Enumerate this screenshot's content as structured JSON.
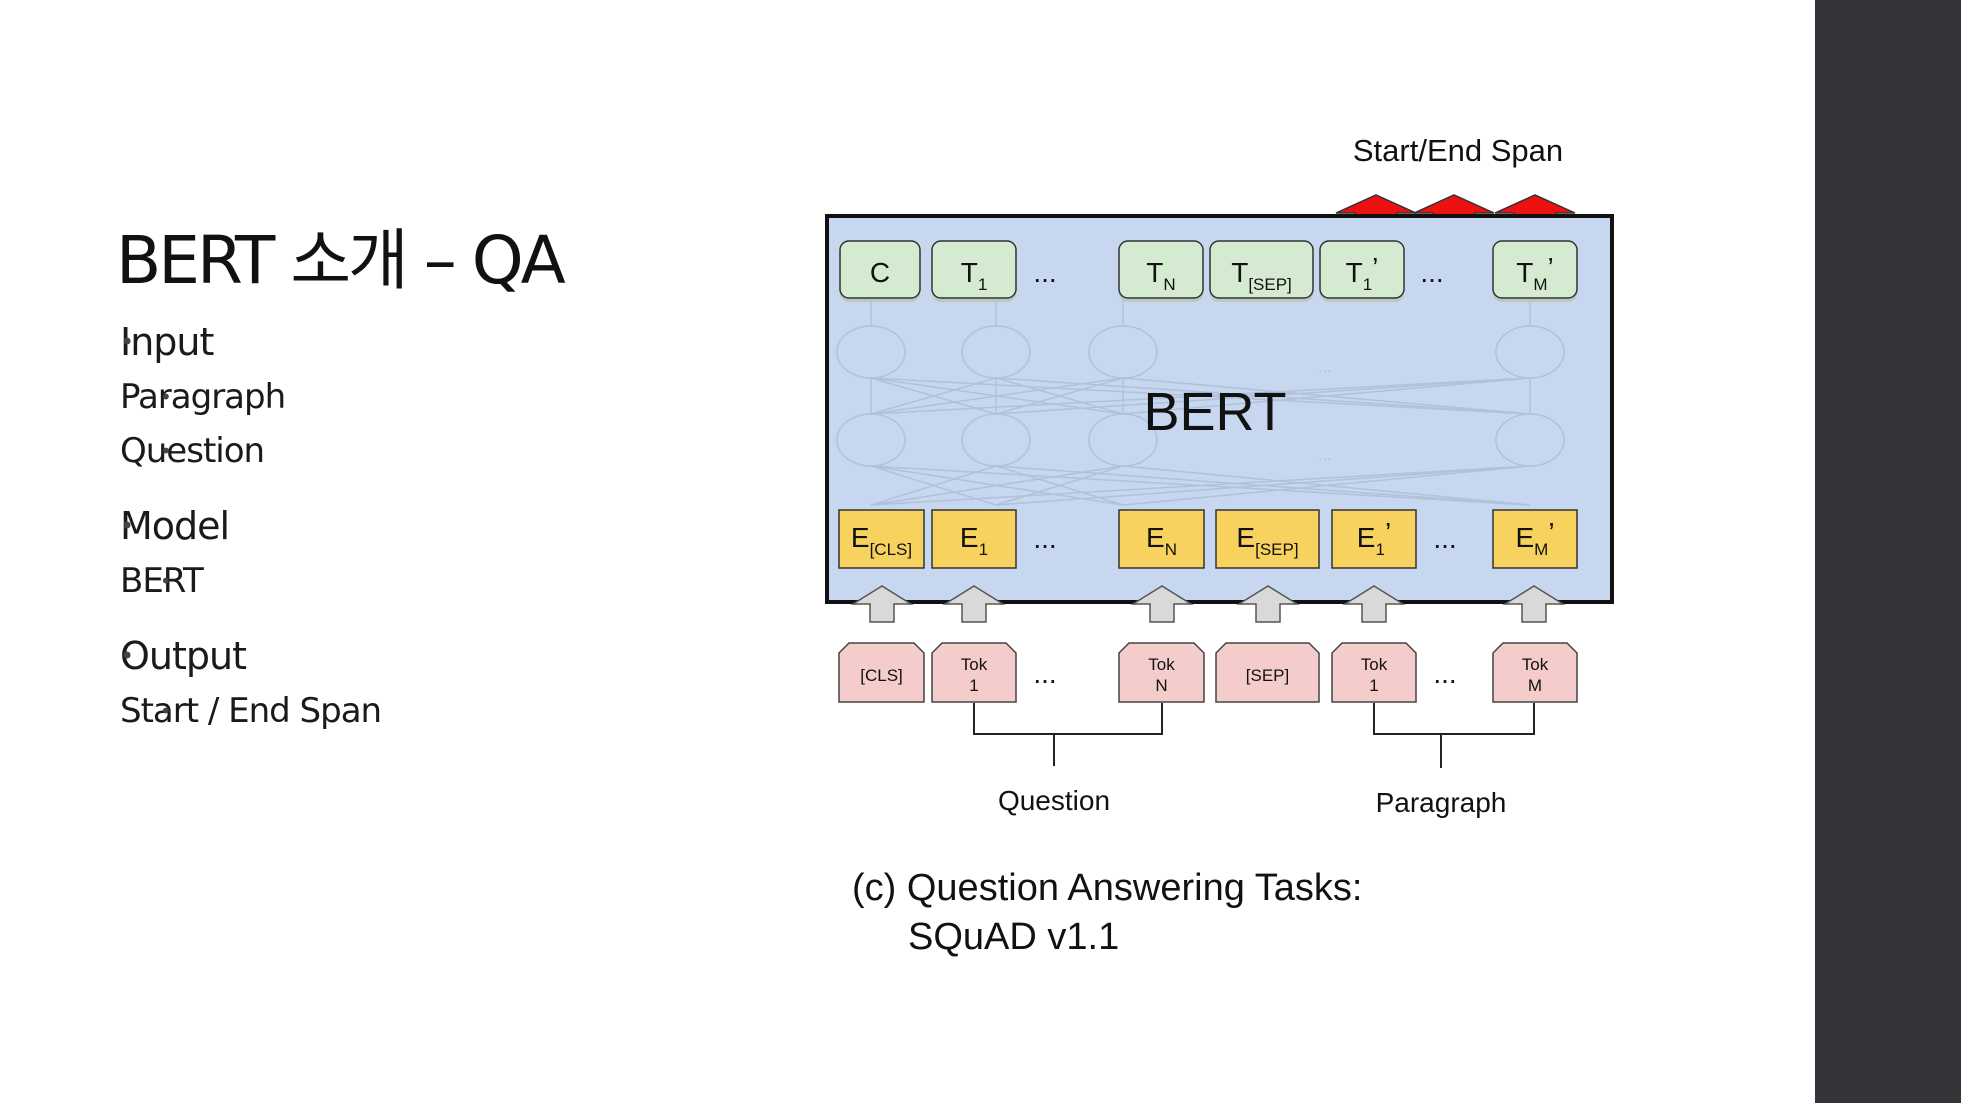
{
  "slide": {
    "title": "BERT 소개 – QA",
    "bullets": [
      {
        "label": "Input",
        "children": [
          "Paragraph",
          "Question"
        ]
      },
      {
        "label": "Model",
        "children": [
          "BERT"
        ]
      },
      {
        "label": "Output",
        "children": [
          "Start / End Span"
        ]
      }
    ]
  },
  "diagram": {
    "top_label": "Start/End Span",
    "model_label": "BERT",
    "outputs": [
      {
        "main": "C",
        "sub": "",
        "prime": ""
      },
      {
        "main": "T",
        "sub": "1",
        "prime": ""
      },
      {
        "main": "T",
        "sub": "N",
        "prime": ""
      },
      {
        "main": "T",
        "sub": "[SEP]",
        "prime": ""
      },
      {
        "main": "T",
        "sub": "1",
        "prime": "’"
      },
      {
        "main": "T",
        "sub": "M",
        "prime": "’"
      }
    ],
    "embeddings": [
      {
        "main": "E",
        "sub": "[CLS]",
        "prime": ""
      },
      {
        "main": "E",
        "sub": "1",
        "prime": ""
      },
      {
        "main": "E",
        "sub": "N",
        "prime": ""
      },
      {
        "main": "E",
        "sub": "[SEP]",
        "prime": ""
      },
      {
        "main": "E",
        "sub": "1",
        "prime": "’"
      },
      {
        "main": "E",
        "sub": "M",
        "prime": "’"
      }
    ],
    "tokens": [
      {
        "line1": "[CLS]",
        "line2": ""
      },
      {
        "line1": "Tok",
        "line2": "1"
      },
      {
        "line1": "Tok",
        "line2": "N"
      },
      {
        "line1": "[SEP]",
        "line2": ""
      },
      {
        "line1": "Tok",
        "line2": "1"
      },
      {
        "line1": "Tok",
        "line2": "M"
      }
    ],
    "ellipsis": "...",
    "group_labels": [
      "Question",
      "Paragraph"
    ],
    "caption": [
      "(c) Question Answering Tasks:",
      "SQuAD v1.1"
    ],
    "colors": {
      "bert_fill": "#c6d7ef",
      "output_fill": "#d4ead1",
      "embed_fill": "#f7d25f",
      "token_fill": "#f4cccc",
      "arrow_red": "#ee1111",
      "arrow_gray": "#d9d9d9"
    }
  }
}
